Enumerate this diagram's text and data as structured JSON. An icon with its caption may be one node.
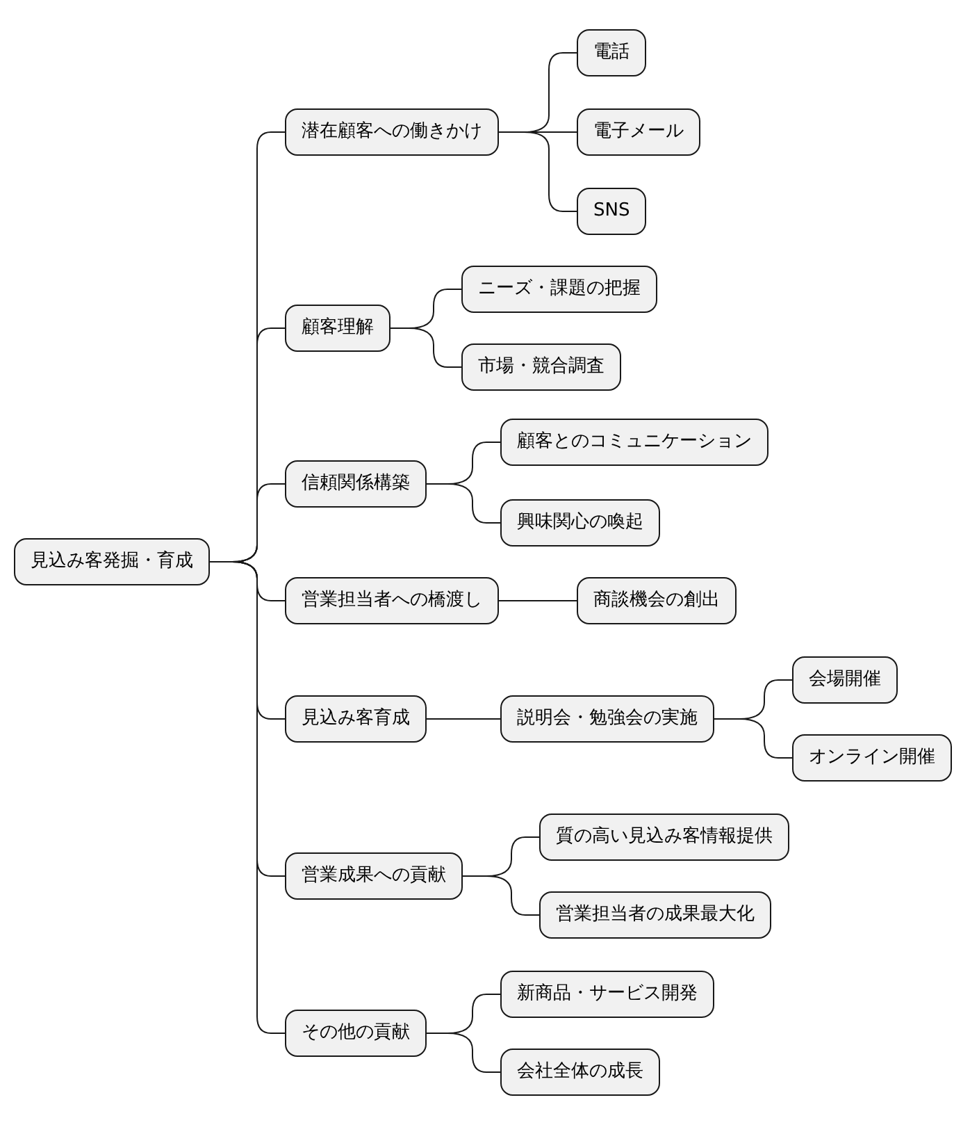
{
  "diagram": {
    "nodes": [
      {
        "text": [
          "見込み客発掘・育成"
        ]
      },
      {
        "text": [
          "潜在顧客への働きかけ"
        ]
      },
      {
        "text": [
          "電話"
        ]
      },
      {
        "text": [
          "電子メール"
        ]
      },
      {
        "text": [
          "SNS"
        ]
      },
      {
        "text": [
          "顧客理解"
        ]
      },
      {
        "text": [
          "ニーズ・課題の把握"
        ]
      },
      {
        "text": [
          "市場・競合調査"
        ]
      },
      {
        "text": [
          "信頼関係構築"
        ]
      },
      {
        "text": [
          "顧客とのコミュニケーション"
        ]
      },
      {
        "text": [
          "興味関心の喚起"
        ]
      },
      {
        "text": [
          "営業担当者への橋渡し"
        ]
      },
      {
        "text": [
          "商談機会の創出"
        ]
      },
      {
        "text": [
          "見込み客育成"
        ]
      },
      {
        "text": [
          "説明会・勉強会の実施"
        ]
      },
      {
        "text": [
          "会場開催"
        ]
      },
      {
        "text": [
          "オンライン開催"
        ]
      },
      {
        "text": [
          "営業成果への貢献"
        ]
      },
      {
        "text": [
          "質の高い見込み客情報提供"
        ]
      },
      {
        "text": [
          "営業担当者の成果最大化"
        ]
      },
      {
        "text": [
          "その他の貢献"
        ]
      },
      {
        "text": [
          "新商品・サービス開発"
        ]
      },
      {
        "text": [
          "会社全体の成長"
        ]
      }
    ],
    "edges": [
      {
        "from": 0,
        "to": 1,
        "arrow": "none"
      },
      {
        "from": 1,
        "to": 2,
        "arrow": "none"
      },
      {
        "from": 1,
        "to": 3,
        "arrow": "none"
      },
      {
        "from": 1,
        "to": 4,
        "arrow": "none"
      },
      {
        "from": 0,
        "to": 5,
        "arrow": "none"
      },
      {
        "from": 5,
        "to": 6,
        "arrow": "none"
      },
      {
        "from": 5,
        "to": 7,
        "arrow": "none"
      },
      {
        "from": 0,
        "to": 8,
        "arrow": "none"
      },
      {
        "from": 8,
        "to": 9,
        "arrow": "none"
      },
      {
        "from": 8,
        "to": 10,
        "arrow": "none"
      },
      {
        "from": 0,
        "to": 11,
        "arrow": "none"
      },
      {
        "from": 11,
        "to": 12,
        "arrow": "none"
      },
      {
        "from": 0,
        "to": 13,
        "arrow": "none"
      },
      {
        "from": 13,
        "to": 14,
        "arrow": "none"
      },
      {
        "from": 14,
        "to": 15,
        "arrow": "none"
      },
      {
        "from": 14,
        "to": 16,
        "arrow": "none"
      },
      {
        "from": 0,
        "to": 17,
        "arrow": "none"
      },
      {
        "from": 17,
        "to": 18,
        "arrow": "none"
      },
      {
        "from": 17,
        "to": 19,
        "arrow": "none"
      },
      {
        "from": 0,
        "to": 20,
        "arrow": "none"
      },
      {
        "from": 20,
        "to": 21,
        "arrow": "none"
      },
      {
        "from": 20,
        "to": 22,
        "arrow": "none"
      }
    ]
  }
}
